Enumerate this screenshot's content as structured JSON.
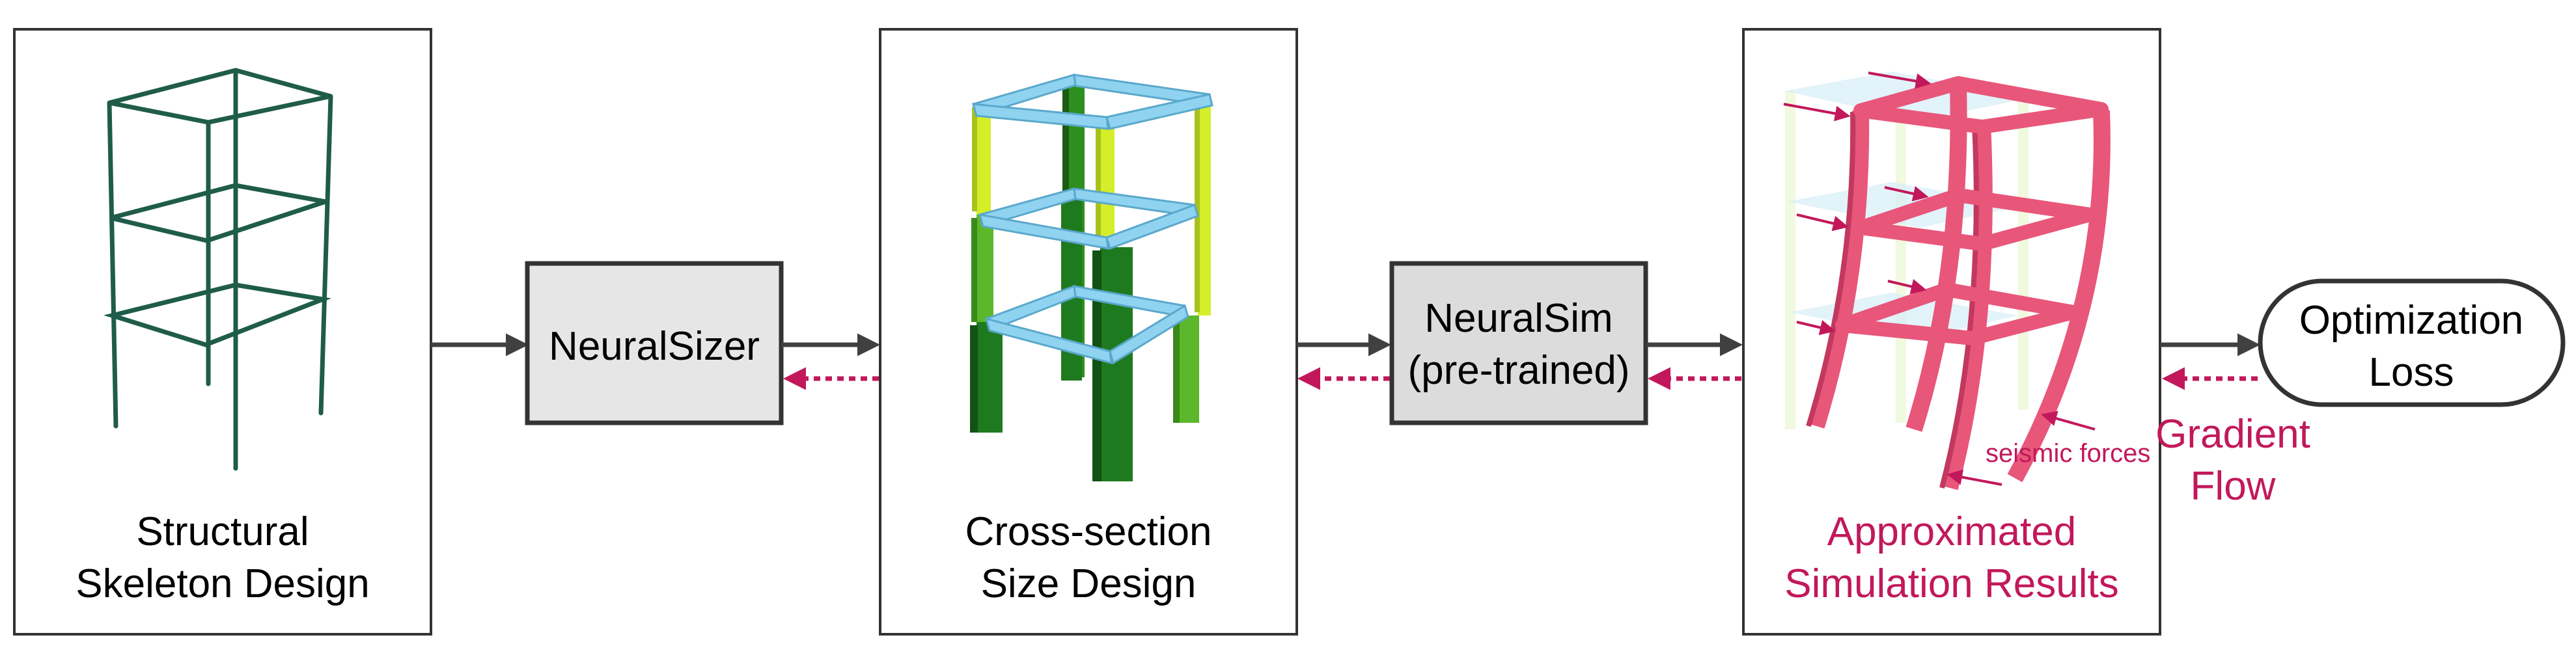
{
  "panels": {
    "skeleton": {
      "line1": "Structural",
      "line2": "Skeleton Design"
    },
    "crosssection": {
      "line1": "Cross-section",
      "line2": "Size Design"
    },
    "simulation": {
      "line1": "Approximated",
      "line2": "Simulation Results",
      "annotation": "seismic forces"
    }
  },
  "modules": {
    "sizer": {
      "label": "NeuralSizer"
    },
    "sim": {
      "line1": "NeuralSim",
      "line2": "(pre-trained)"
    },
    "loss": {
      "line1": "Optimization",
      "line2": "Loss"
    }
  },
  "gradient": {
    "line1": "Gradient",
    "line2": "Flow"
  },
  "colors": {
    "forward_arrow": "#404040",
    "gradient_arrow": "#c2185b",
    "skeleton": "#1f5c4a",
    "beam": "#8fd3f0",
    "column_dark": "#1e7a1e",
    "column_mid": "#5cb82a",
    "column_light": "#d4ee2a",
    "deformed": "#e8567a",
    "module_fill": "#e6e6e6"
  }
}
